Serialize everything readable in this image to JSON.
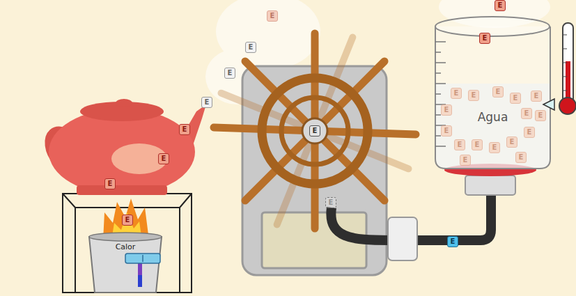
{
  "diagram": {
    "nodes": [
      {
        "text": [
          "Calor"
        ]
      },
      {
        "text": [
          "Agua"
        ]
      }
    ],
    "labels": [
      "E",
      "E",
      "E",
      "E",
      "E",
      "E",
      "E",
      "E",
      "E",
      "E",
      "E",
      "E",
      "E",
      "E",
      "E",
      "E",
      "E",
      "E",
      "E",
      "E",
      "E",
      "E",
      "E",
      "E",
      "E",
      "E",
      "E",
      "E",
      "E"
    ]
  }
}
